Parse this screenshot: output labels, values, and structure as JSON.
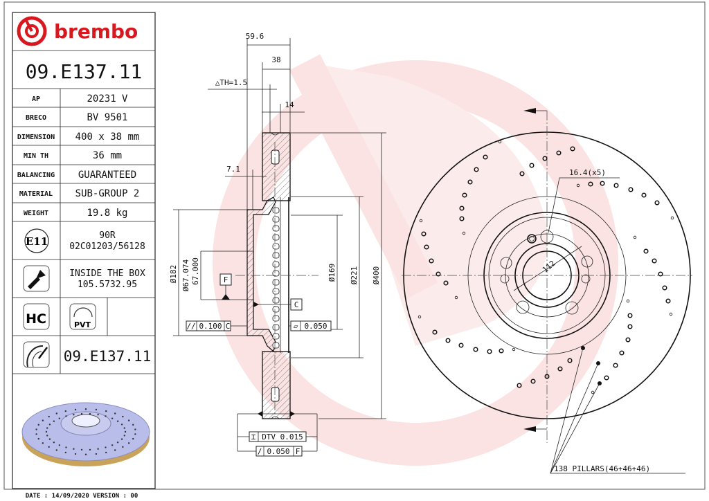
{
  "title_block": {
    "logo_text": "brembo",
    "part_number": "09.E137.11",
    "rows": [
      {
        "label": "AP",
        "value": "20231 V"
      },
      {
        "label": "BRECO",
        "value": "BV 9501"
      },
      {
        "label": "DIMENSION",
        "value": "400 x 38 mm"
      },
      {
        "label": "MIN TH",
        "value": "36 mm"
      },
      {
        "label": "BALANCING",
        "value": "GUARANTEED"
      },
      {
        "label": "MATERIAL",
        "value": "SUB-GROUP 2"
      },
      {
        "label": "WEIGHT",
        "value": "19.8 kg"
      }
    ],
    "approval": {
      "mark": "E11",
      "line1": "90R",
      "line2": "02C01203/56128"
    },
    "screws": {
      "icon": "screw-icon",
      "line1": "INSIDE THE BOX",
      "line2": "105.5732.95"
    },
    "badges": {
      "hc": "HC",
      "pvt": "PVT"
    },
    "footer_part_number": "09.E137.11",
    "footer": "DATE : 14/09/2020 VERSION : 00"
  },
  "colors": {
    "brand_red": "#d7191f",
    "watermark": "#fbe1e1",
    "disc_render": "#b9bde9"
  },
  "section_view": {
    "dim_overall_width": "59.6",
    "dim_thickness": "38",
    "delta_th": "△TH=1.5",
    "dim_14": "14",
    "dim_offset": "7.1",
    "dia_182": "Ø182",
    "dia_bore_max": "Ø67.074",
    "dia_bore_min": "67.000",
    "dia_169": "Ø169",
    "dia_221": "Ø221",
    "dia_400": "Ø400",
    "datum_f": "F",
    "datum_c": "C",
    "parallelism": {
      "symbol": "//",
      "value": "0.100",
      "datum": "C"
    },
    "flatness": {
      "symbol": "▱",
      "value": "0.050"
    },
    "dtv": {
      "symbol": "⌶",
      "value": "DTV 0.015"
    },
    "runout": {
      "symbol": "/",
      "value": "0.050",
      "datum": "F"
    }
  },
  "front_view": {
    "bolt_holes": "16.4(x5)",
    "pcd": "112",
    "pillars": "138 PILLARS(46+46+46)"
  }
}
